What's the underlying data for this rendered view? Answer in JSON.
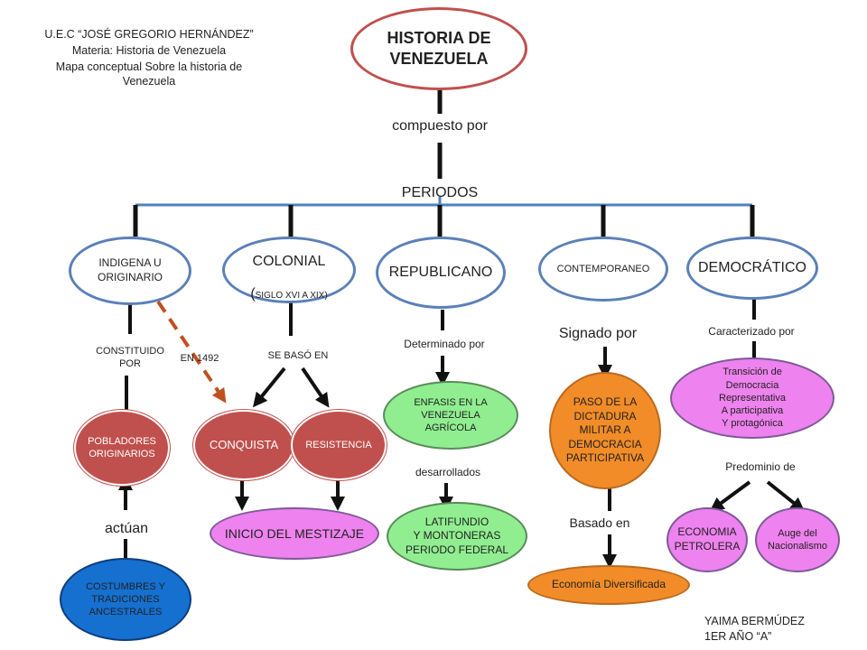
{
  "header": {
    "school": "U.E.C “JOSÉ GREGORIO HERNÁNDEZ”",
    "subject": "Materia:  Historia de Venezuela",
    "topic": "Mapa conceptual Sobre la historia de\nVenezuela"
  },
  "root": {
    "title": "HISTORIA DE\nVENEZUELA"
  },
  "links": {
    "compuesto": "compuesto por",
    "periodos": "PERIODOS",
    "constituido": "CONSTITUIDO\nPOR",
    "en1492": "EN 1492",
    "se_baso": "SE BASÓ EN",
    "determinado": "Determinado por",
    "desarrollados": "desarrollados",
    "signado": "Signado por",
    "basado": "Basado en",
    "caracterizado": "Caracterizado por",
    "predominio": "Predominio de",
    "actuan": "actúan"
  },
  "periods": {
    "indigena": "INDIGENA U\nORIGINARIO",
    "colonial_main": "COLONIAL",
    "colonial_open": "(",
    "colonial_sub": "SIGLO XVI A XIX)",
    "republicano": "REPUBLICANO",
    "contemporaneo": "CONTEMPORANEO",
    "democratico": "DEMOCRÁTICO"
  },
  "nodes": {
    "pobladores": "POBLADORES\nORIGINARIOS",
    "costumbres": "COSTUMBRES Y\nTRADICIONES\nANCESTRALES",
    "conquista": "CONQUISTA",
    "resistencia": "RESISTENCIA",
    "mestizaje": "INICIO DEL MESTIZAJE",
    "enfasis": "ENFASIS EN LA\nVENEZUELA\nAGRÍCOLA",
    "latifundio": "LATIFUNDIO\nY MONTONERAS\nPERIODO FEDERAL",
    "paso": "PASO DE LA\nDICTADURA\nMILITAR A\nDEMOCRACIA\nPARTICIPATIVA",
    "economia_div": "Economía Diversificada",
    "transicion": "Transición de\nDemocracia\nRepresentativa\nA participativa\nY protagónica",
    "economia_pet": "ECONOMIA\nPETROLERA",
    "auge": "Auge del\nNacionalismo"
  },
  "author": {
    "name": "YAIMA BERMÚDEZ",
    "grade": "1ER AÑO “A”"
  },
  "colors": {
    "connector_blue": "#4f81bd",
    "arrow_dark": "#111111",
    "dashed_orange": "#c0501f"
  }
}
